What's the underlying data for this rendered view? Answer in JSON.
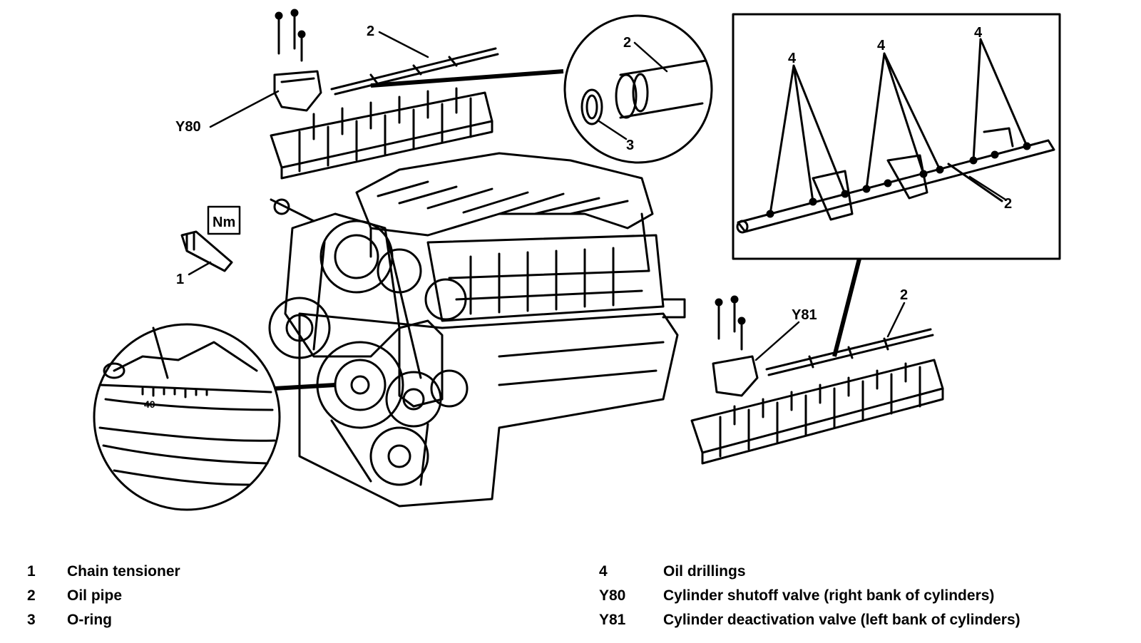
{
  "callouts": {
    "chain_tensioner": "1",
    "oil_pipe_top": "2",
    "oil_pipe_detail": "2",
    "oring_detail": "3",
    "oil_pipe_inset": "2",
    "oil_pipe_lower": "2",
    "drilling_a": "4",
    "drilling_b": "4",
    "drilling_c": "4",
    "valve_right": "Y80",
    "valve_left": "Y81",
    "torque_symbol": "Nm",
    "scale_mark": "40"
  },
  "legend": {
    "left": [
      {
        "code": "1",
        "text": "Chain tensioner"
      },
      {
        "code": "2",
        "text": "Oil pipe"
      },
      {
        "code": "3",
        "text": "O-ring"
      }
    ],
    "right": [
      {
        "code": "4",
        "text": "Oil drillings"
      },
      {
        "code": "Y80",
        "text": "Cylinder shutoff valve (right bank of cylinders)"
      },
      {
        "code": "Y81",
        "text": "Cylinder deactivation valve (left bank of cylinders)"
      }
    ]
  }
}
